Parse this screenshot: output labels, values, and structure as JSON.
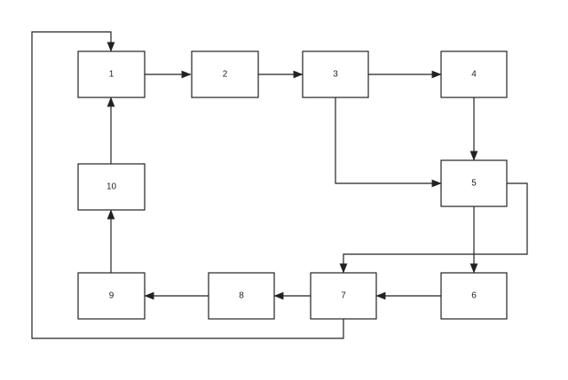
{
  "diagram": {
    "nodes": [
      {
        "id": "n1",
        "label": "1"
      },
      {
        "id": "n2",
        "label": "2"
      },
      {
        "id": "n3",
        "label": "3"
      },
      {
        "id": "n4",
        "label": "4"
      },
      {
        "id": "n5",
        "label": "5"
      },
      {
        "id": "n6",
        "label": "6"
      },
      {
        "id": "n7",
        "label": "7"
      },
      {
        "id": "n8",
        "label": "8"
      },
      {
        "id": "n9",
        "label": "9"
      },
      {
        "id": "n10",
        "label": "10"
      }
    ],
    "edges": [
      {
        "from": "1",
        "to": "2"
      },
      {
        "from": "2",
        "to": "3"
      },
      {
        "from": "3",
        "to": "4"
      },
      {
        "from": "3",
        "to": "5"
      },
      {
        "from": "4",
        "to": "5"
      },
      {
        "from": "5",
        "to": "6"
      },
      {
        "from": "5",
        "to": "7"
      },
      {
        "from": "6",
        "to": "7"
      },
      {
        "from": "7",
        "to": "8"
      },
      {
        "from": "7",
        "to": "1"
      },
      {
        "from": "8",
        "to": "9"
      },
      {
        "from": "9",
        "to": "10"
      },
      {
        "from": "10",
        "to": "1"
      }
    ]
  }
}
